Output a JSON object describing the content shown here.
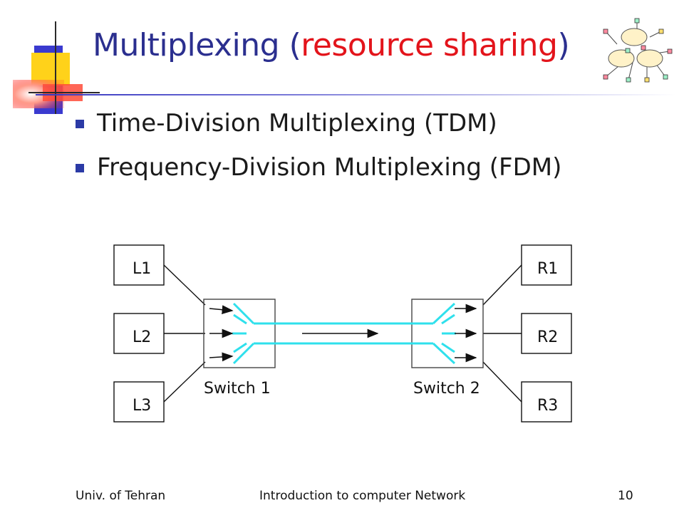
{
  "title": {
    "main": "Multiplexing (",
    "accent": "resource sharing",
    "close": ")"
  },
  "bullets": [
    "Time-Division Multiplexing (TDM)",
    "Frequency-Division Multiplexing (FDM)"
  ],
  "diagram": {
    "left_hosts": [
      "L1",
      "L2",
      "L3"
    ],
    "right_hosts": [
      "R1",
      "R2",
      "R3"
    ],
    "switch1_label": "Switch 1",
    "switch2_label": "Switch 2"
  },
  "footer": {
    "left": "Univ. of Tehran",
    "center": "Introduction to computer Network",
    "page": "10"
  },
  "colors": {
    "title": "#2b2f8f",
    "title_accent": "#e3141b",
    "link_cyan": "#2fe0ec",
    "bullet": "#2b3aa6"
  },
  "icons": [
    "corner-squares-decoration",
    "network-cloud-logo"
  ]
}
